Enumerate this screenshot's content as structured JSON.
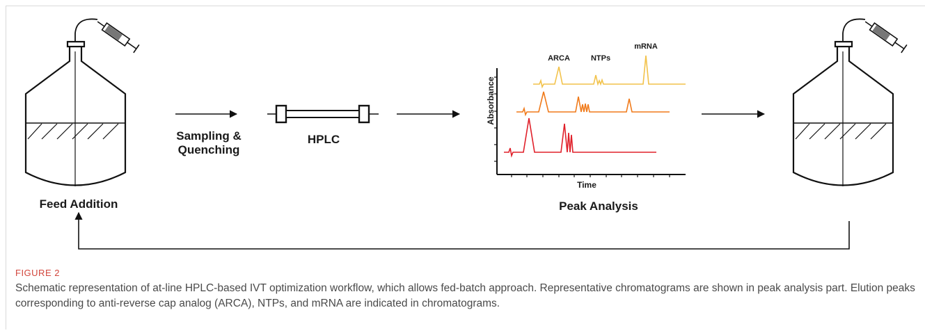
{
  "diagram": {
    "feed_label": "Feed Addition",
    "sampling_label": "Sampling &",
    "quenching_label": "Quenching",
    "hplc_label": "HPLC",
    "peak_label": "Peak Analysis",
    "y_axis_label": "Absorbance",
    "x_axis_label": "Time",
    "peak_arca": "ARCA",
    "peak_ntps": "NTPs",
    "peak_mrna": "mRNA",
    "trace_colors": [
      "#f2c24a",
      "#f07a1a",
      "#e0202a"
    ]
  },
  "caption": {
    "label": "FIGURE 2",
    "text": "Schematic representation of at-line HPLC-based IVT optimization workflow, which allows fed-batch approach. Representative chromatograms are shown in peak analysis part. Elution peaks corresponding to anti-reverse cap analog (ARCA), NTPs, and mRNA are indicated in chromatograms."
  }
}
